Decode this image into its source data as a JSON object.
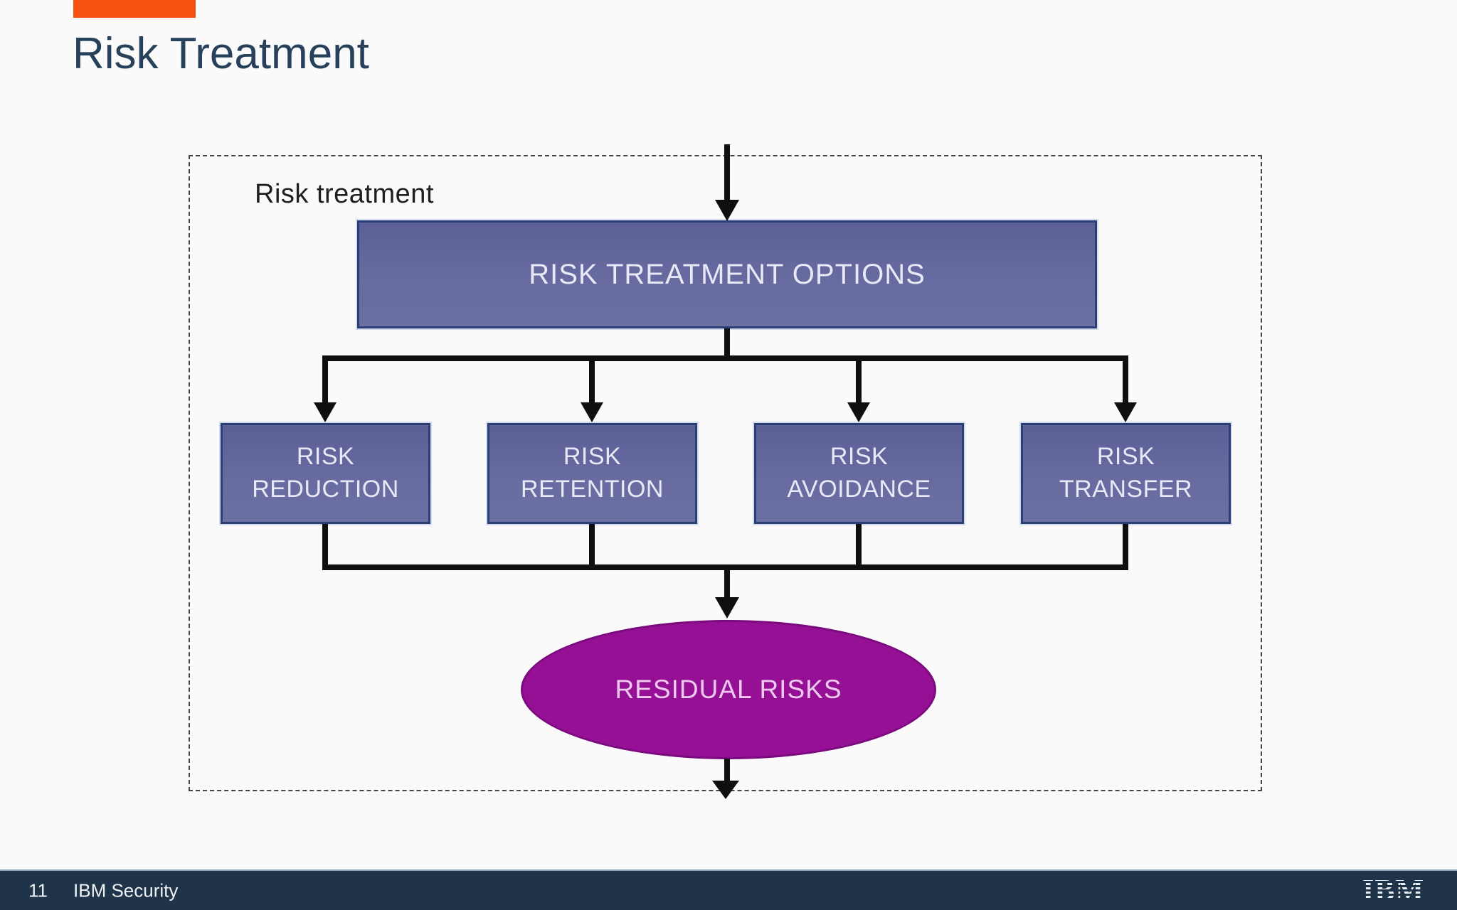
{
  "slide": {
    "title": "Risk Treatment",
    "colors": {
      "accent_orange": "#f4520e",
      "title_text": "#27415a",
      "background": "#fbfafa"
    }
  },
  "diagram": {
    "boundary_label": "Risk treatment",
    "root_node": "RISK TREATMENT OPTIONS",
    "option_nodes": [
      {
        "label": "RISK\nREDUCTION"
      },
      {
        "label": "RISK\nRETENTION"
      },
      {
        "label": "RISK\nAVOIDANCE"
      },
      {
        "label": "RISK\nTRANSFER"
      }
    ],
    "result_node": "RESIDUAL RISKS",
    "colors": {
      "node_fill": "#66679d",
      "node_border": "#2c3f74",
      "node_text": "#e9e8f6",
      "ellipse_fill": "#951095",
      "ellipse_border": "#7a0a7e",
      "ellipse_text": "#efc9f0",
      "connector": "#0f0f0f",
      "boundary_dash": "#464646"
    }
  },
  "footer": {
    "page_number": "11",
    "brand": "IBM Security",
    "logo_text": "IBM",
    "colors": {
      "bg": "#203449",
      "text": "#eef1f4"
    }
  }
}
